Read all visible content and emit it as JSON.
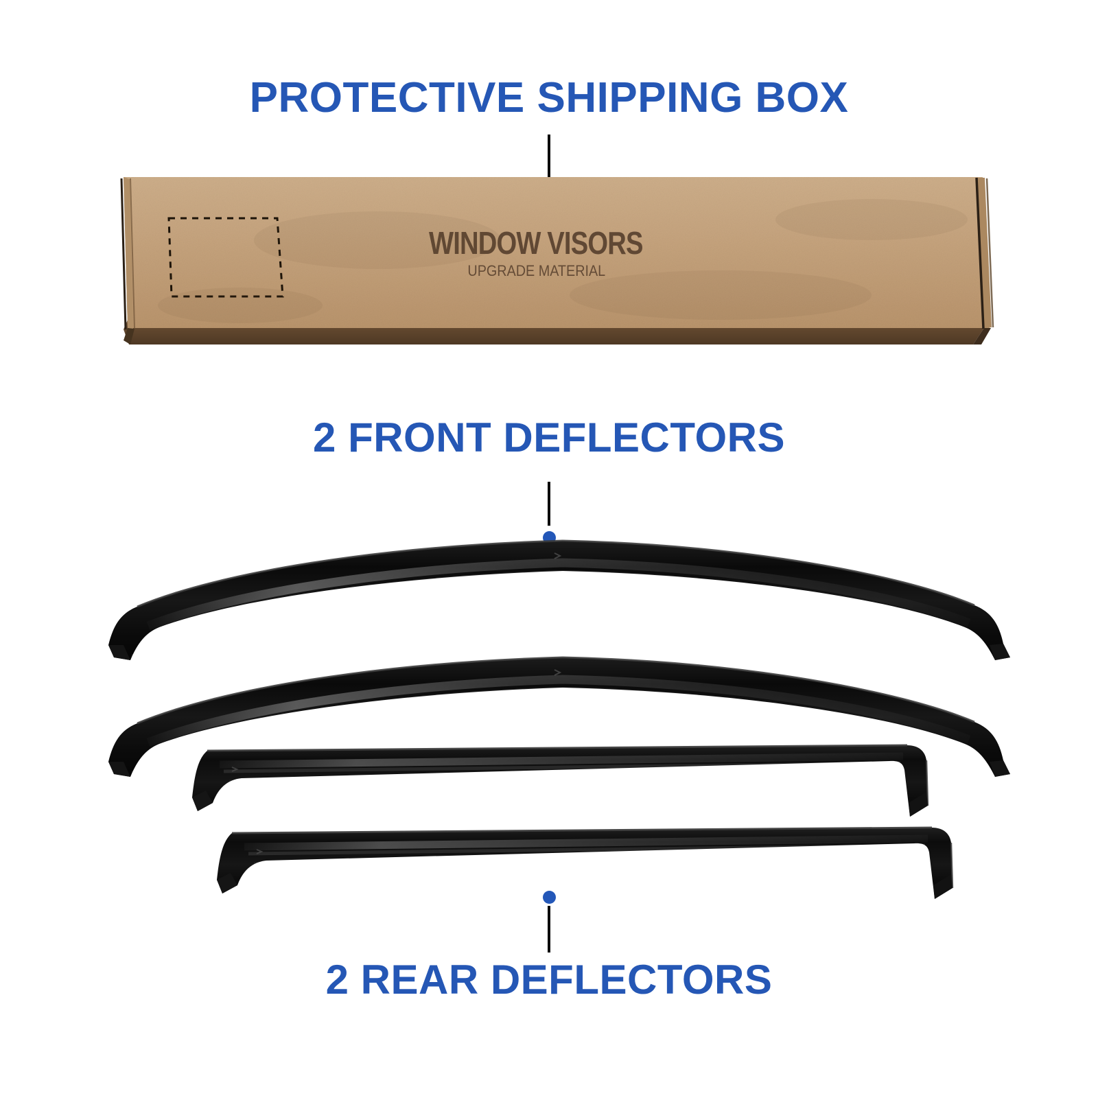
{
  "theme": {
    "background": "#ffffff",
    "accent_blue": "#2557B5",
    "dot_blue": "#2357B8",
    "leader_black": "#0b0b0b",
    "cardboard_top": "#c5a27c",
    "cardboard_side": "#6b4f33",
    "deflector_black": "#101010"
  },
  "callouts": {
    "box": {
      "label": "PROTECTIVE SHIPPING BOX",
      "marker": "callout-dot"
    },
    "front": {
      "label": "2 FRONT DEFLECTORS",
      "marker": "callout-dot"
    },
    "rear": {
      "label": "2 REAR DEFLECTORS",
      "marker": "callout-dot"
    }
  },
  "shipping_box": {
    "brand_text": "WINDOW VISORS",
    "subtitle_text": "UPGRADE MATERIAL",
    "label_area": "dashed-label-placeholder"
  },
  "products": {
    "front_deflectors": [
      {
        "name": "front-deflector-left",
        "shape": "arched"
      },
      {
        "name": "front-deflector-right",
        "shape": "arched"
      }
    ],
    "rear_deflectors": [
      {
        "name": "rear-deflector-left",
        "shape": "straight"
      },
      {
        "name": "rear-deflector-right",
        "shape": "straight"
      }
    ]
  }
}
